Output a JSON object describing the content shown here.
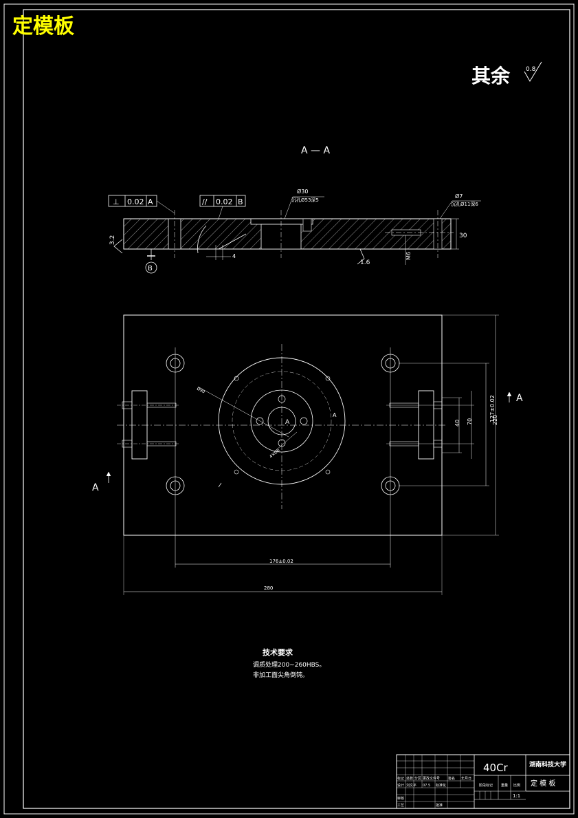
{
  "header": {
    "title": "定模板"
  },
  "surface_note": {
    "text": "其余",
    "roughness": "0.8"
  },
  "section": {
    "label": "A — A",
    "arrow_label": "A"
  },
  "tolerances": [
    {
      "symbol": "⊥",
      "value": "0.02",
      "datum": "A"
    },
    {
      "symbol": "//",
      "value": "0.02",
      "datum": "B"
    }
  ],
  "datum_b": "B",
  "section_view": {
    "hole_dia": "Ø30",
    "hole_note": "沉孔Ø53深5",
    "pin_dia": "Ø7",
    "pin_note": "沉孔Ø11深6",
    "thickness": "30",
    "roughness_left": "3.2",
    "roughness_bottom": "1.6",
    "thread": "M6",
    "chamfer": "4"
  },
  "plan_view": {
    "center_label": "A",
    "angle_label": "A",
    "hole_note": "4×Ø6",
    "pitch_circle": "Ø90",
    "dims": {
      "h176": "176±0.02",
      "h280": "280",
      "v40": "40",
      "v70": "70",
      "v127": "127±0.02",
      "v220": "220"
    }
  },
  "tech_requirements": {
    "title": "技术要求",
    "lines": [
      "调质处理200~260HBS。",
      "非加工面尖角倒钝。"
    ]
  },
  "title_block": {
    "material": "40Cr",
    "school": "湖南科技大学",
    "part_name": "定 模 板",
    "scale": "1:1",
    "stage_label": "阶段标记",
    "weight_label": "重量",
    "ratio_label": "比例",
    "revision_labels": [
      "标记",
      "处数",
      "分区",
      "更改文件号",
      "签名",
      "年月日"
    ],
    "signature_labels": [
      "设计",
      "标准化",
      "审核",
      "工艺",
      "批准"
    ],
    "design_date": "07.5",
    "designer": "刘文平"
  }
}
